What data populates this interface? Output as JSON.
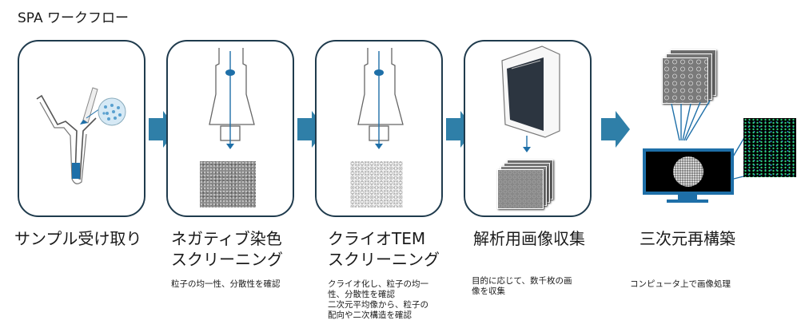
{
  "title": "SPA ワークフロー",
  "steps": [
    {
      "title_lines": [
        "サンプル受け取り"
      ],
      "description": []
    },
    {
      "title_lines": [
        "ネガティブ染色",
        "スクリーニング"
      ],
      "description": [
        "粒子の均一性、分散性を確認"
      ]
    },
    {
      "title_lines": [
        "クライオTEM",
        "スクリーニング"
      ],
      "description": [
        "クライオ化し、粒子の均一",
        "性、分散性を確認",
        "二次元平均像から、粒子の",
        "配向や二次構造を確認"
      ]
    },
    {
      "title_lines": [
        "解析用画像収集"
      ],
      "description": [
        "目的に応じて、数千枚の画",
        "像を収集"
      ]
    },
    {
      "title_lines": [
        "三次元再構築"
      ],
      "description": [
        "コンピュータ上で画像処理"
      ]
    }
  ],
  "colors": {
    "border": "#1f3b4d",
    "arrow": "#2f7fa8",
    "beam": "#1e6fa8"
  }
}
